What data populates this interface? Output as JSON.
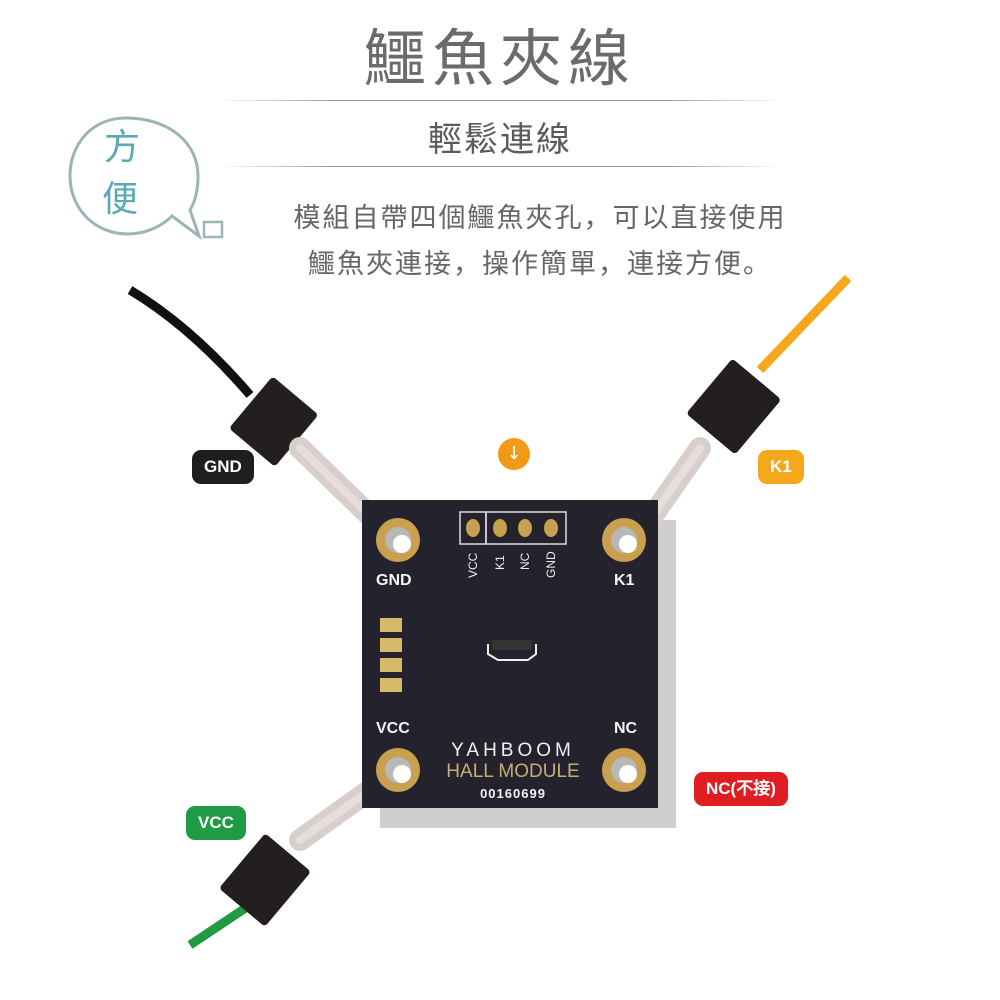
{
  "header": {
    "title": "鱷魚夾線",
    "subtitle": "輕鬆連線"
  },
  "callout": {
    "bubble_text_line1": "方",
    "bubble_text_line2": "便",
    "color": "#5aa8b8"
  },
  "description": {
    "line1": "模組自帶四個鱷魚夾孔，可以直接使用",
    "line2": "鱷魚夾連接，操作簡單，連接方便。"
  },
  "wire_tags": [
    {
      "label": "GND",
      "color": "#1e1e1e"
    },
    {
      "label": "K1",
      "color": "#f5a81c"
    },
    {
      "label": "VCC",
      "color": "#1f9a45"
    },
    {
      "label": "NC(不接)",
      "color": "#e01e22"
    }
  ],
  "wires": {
    "gnd_color": "#111111",
    "k1_color": "#f5a81c",
    "vcc_color": "#1f9a45"
  },
  "direction_marker": {
    "icon": "arrow-down-icon",
    "color": "#f09a16"
  },
  "module": {
    "board_color": "#24222c",
    "pad_color": "#c9a050",
    "corner_labels": {
      "top_left": "GND",
      "top_right": "K1",
      "bottom_left": "VCC",
      "bottom_right": "NC"
    },
    "header_pins": [
      "VCC",
      "K1",
      "NC",
      "GND"
    ],
    "brand": "YAHBOOM",
    "model": "HALL MODULE",
    "serial": "00160699"
  }
}
